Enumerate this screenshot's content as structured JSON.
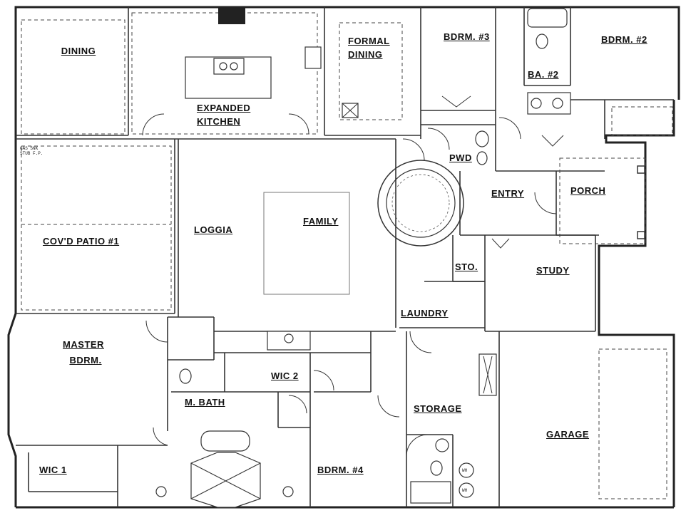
{
  "rooms": {
    "dining": "DINING",
    "expanded_kitchen_1": "EXPANDED",
    "expanded_kitchen_2": "KITCHEN",
    "formal_dining_1": "FORMAL",
    "formal_dining_2": "DINING",
    "bdrm3": "BDRM. #3",
    "bdrm2": "BDRM. #2",
    "ba2": "BA. #2",
    "pwd": "PWD",
    "entry": "ENTRY",
    "porch": "PORCH",
    "loggia": "LOGGIA",
    "family": "FAMILY",
    "covd_patio": "COV'D PATIO #1",
    "sto": "STO.",
    "study": "STUDY",
    "laundry": "LAUNDRY",
    "master_1": "MASTER",
    "master_2": "BDRM.",
    "wic2": "WIC 2",
    "m_bath": "M. BATH",
    "storage": "STORAGE",
    "garage": "GARAGE",
    "wic1": "WIC 1",
    "bdrm4": "BDRM. #4"
  },
  "notes": {
    "gas_1": "GAS SNK",
    "gas_2": "STUB F.P.",
    "washer": "WH",
    "dryer": "WH"
  }
}
